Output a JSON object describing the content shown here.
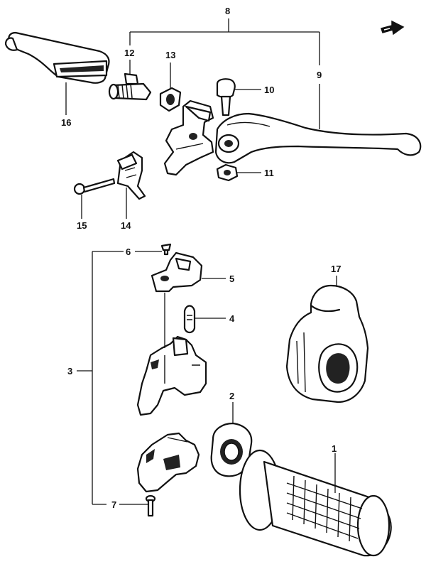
{
  "diagram": {
    "callouts": {
      "c1": "1",
      "c2": "2",
      "c3": "3",
      "c4": "4",
      "c5": "5",
      "c6": "6",
      "c7": "7",
      "c8": "8",
      "c9": "9",
      "c10": "10",
      "c11": "11",
      "c12": "12",
      "c13": "13",
      "c14": "14",
      "c15": "15",
      "c16": "16",
      "c17": "17"
    },
    "line_color": "#111111",
    "background": "#ffffff",
    "front_arrow_icon": "front-direction-arrow-icon"
  }
}
